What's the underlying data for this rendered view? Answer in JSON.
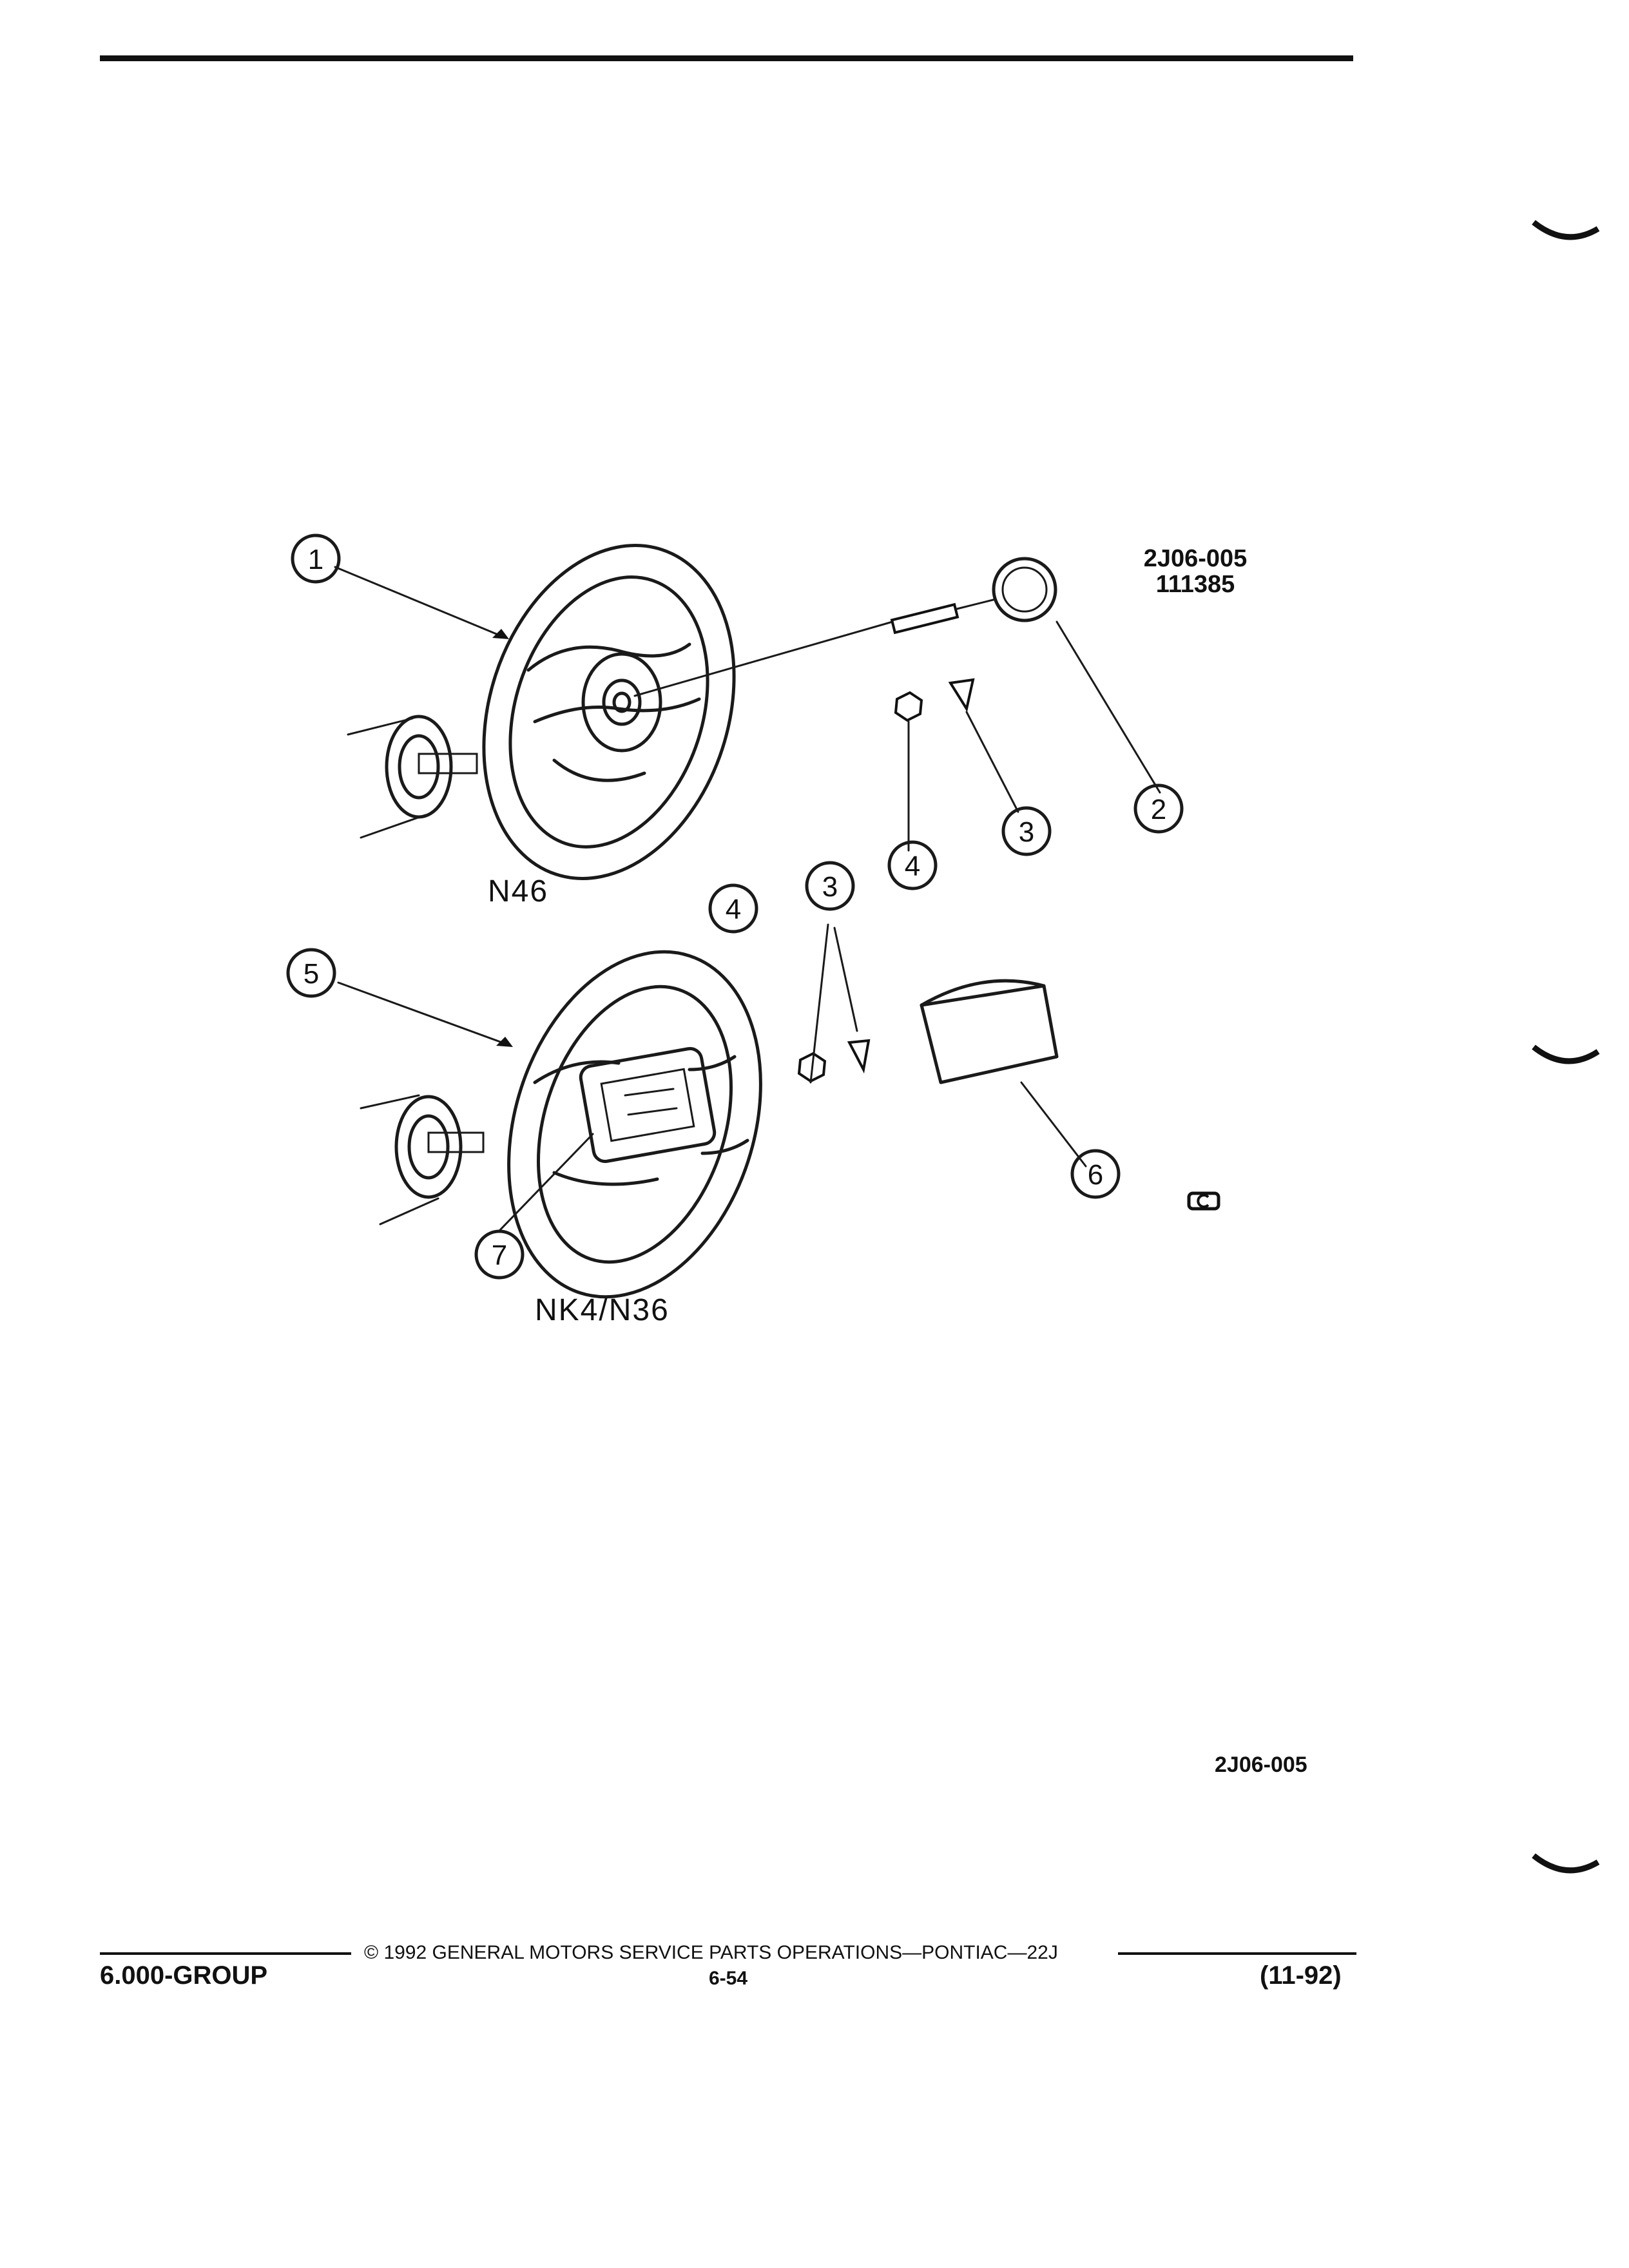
{
  "figure": {
    "code_upper": "2J06-005",
    "code_upper_sub": "111385",
    "code_lower": "2J06-005"
  },
  "variants": {
    "upper": "N46",
    "lower": "NK4/N36"
  },
  "callouts": {
    "c1": "1",
    "c2": "2",
    "c3a": "3",
    "c4a": "4",
    "c3b": "3",
    "c4b": "4",
    "c5": "5",
    "c6": "6",
    "c7": "7"
  },
  "footer": {
    "group": "6.000-GROUP",
    "copyright": "© 1992 GENERAL MOTORS SERVICE PARTS OPERATIONS—PONTIAC—22J",
    "page": "6-54",
    "date": "(11-92)"
  }
}
